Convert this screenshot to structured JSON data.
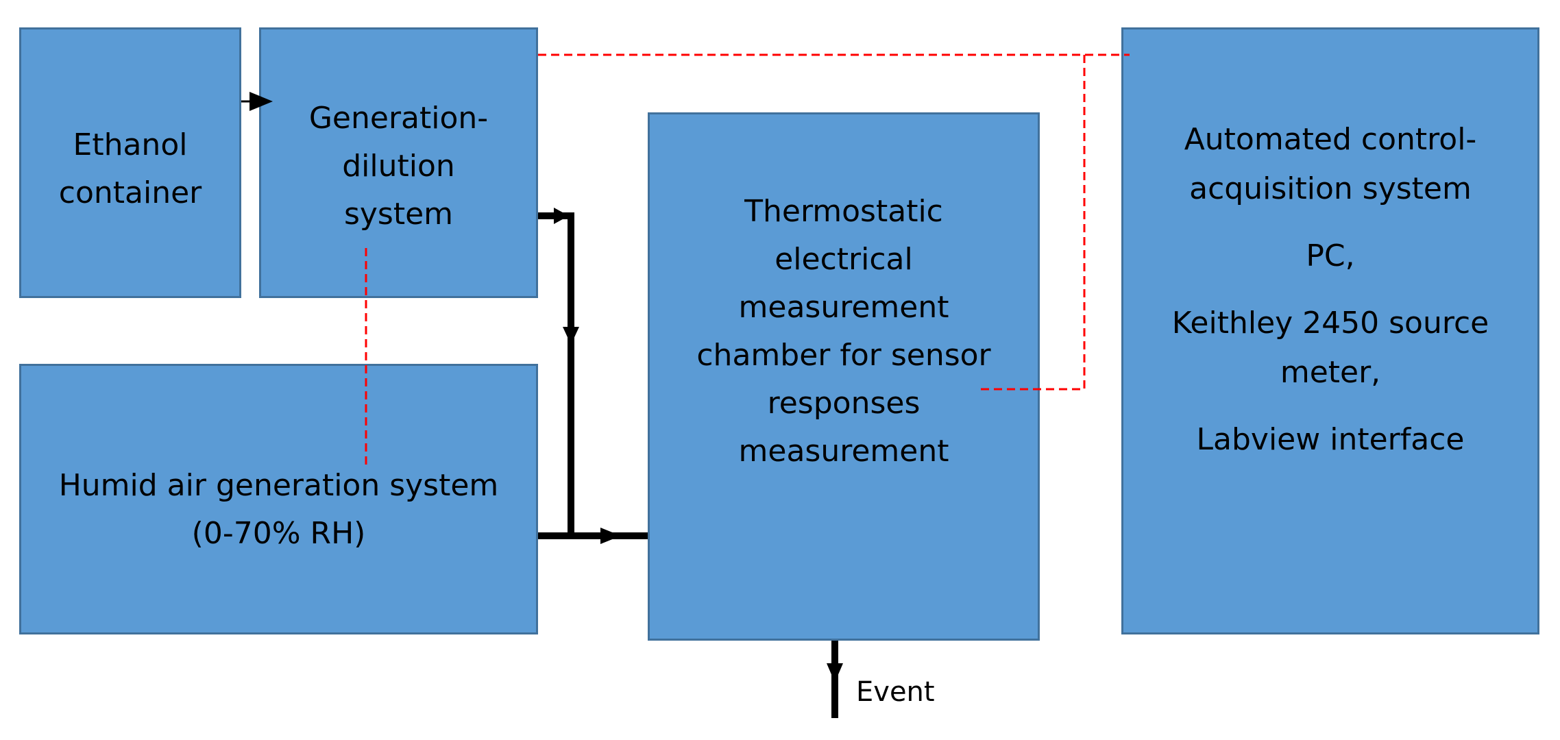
{
  "diagram": {
    "nodes": {
      "ethanol": {
        "lines": [
          "Ethanol",
          "container"
        ]
      },
      "generation": {
        "lines": [
          "Generation-",
          "dilution",
          "system"
        ]
      },
      "humid": {
        "lines": [
          "Humid air generation system",
          "(0-70% RH)"
        ]
      },
      "chamber": {
        "lines": [
          "Thermostatic",
          "electrical",
          "measurement",
          "chamber for sensor",
          "responses",
          "measurement"
        ]
      },
      "control": {
        "lines": [
          "Automated control-",
          "acquisition system",
          "PC,",
          "Keithley 2450 source",
          "meter,",
          "Labview interface"
        ]
      }
    },
    "event_label": "Event",
    "colors": {
      "box_fill": "#5b9bd5",
      "box_border": "#41719c",
      "flow_line": "#000000",
      "signal_line": "#ff0000"
    }
  }
}
